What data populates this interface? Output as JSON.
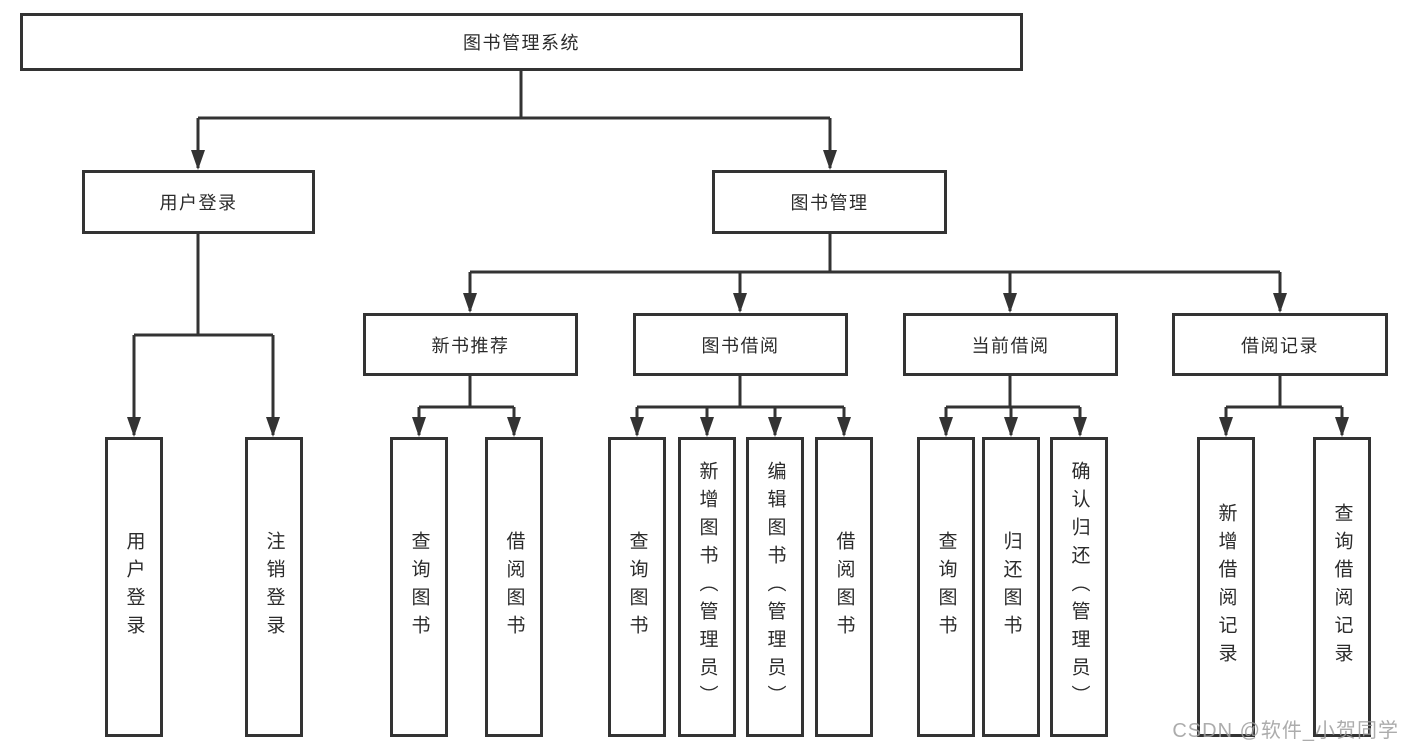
{
  "diagram": {
    "root": {
      "label": "图书管理系统"
    },
    "branches": [
      {
        "label": "用户登录",
        "children": [
          {
            "label": "用户登录"
          },
          {
            "label": "注销登录"
          }
        ]
      },
      {
        "label": "图书管理",
        "children": [
          {
            "label": "新书推荐",
            "children": [
              {
                "label": "查询图书"
              },
              {
                "label": "借阅图书"
              }
            ]
          },
          {
            "label": "图书借阅",
            "children": [
              {
                "label": "查询图书"
              },
              {
                "label": "新增图书（管理员）"
              },
              {
                "label": "编辑图书（管理员）"
              },
              {
                "label": "借阅图书"
              }
            ]
          },
          {
            "label": "当前借阅",
            "children": [
              {
                "label": "查询图书"
              },
              {
                "label": "归还图书"
              },
              {
                "label": "确认归还（管理员）"
              }
            ]
          },
          {
            "label": "借阅记录",
            "children": [
              {
                "label": "新增借阅记录"
              },
              {
                "label": "查询借阅记录"
              }
            ]
          }
        ]
      }
    ]
  },
  "watermark": {
    "text": "CSDN @软件_小贺同学"
  },
  "colors": {
    "line": "#333333",
    "box_border": "#333333",
    "box_background": "#ffffff",
    "page_background": "#ffffff",
    "watermark_text": "#9e9e9e"
  }
}
